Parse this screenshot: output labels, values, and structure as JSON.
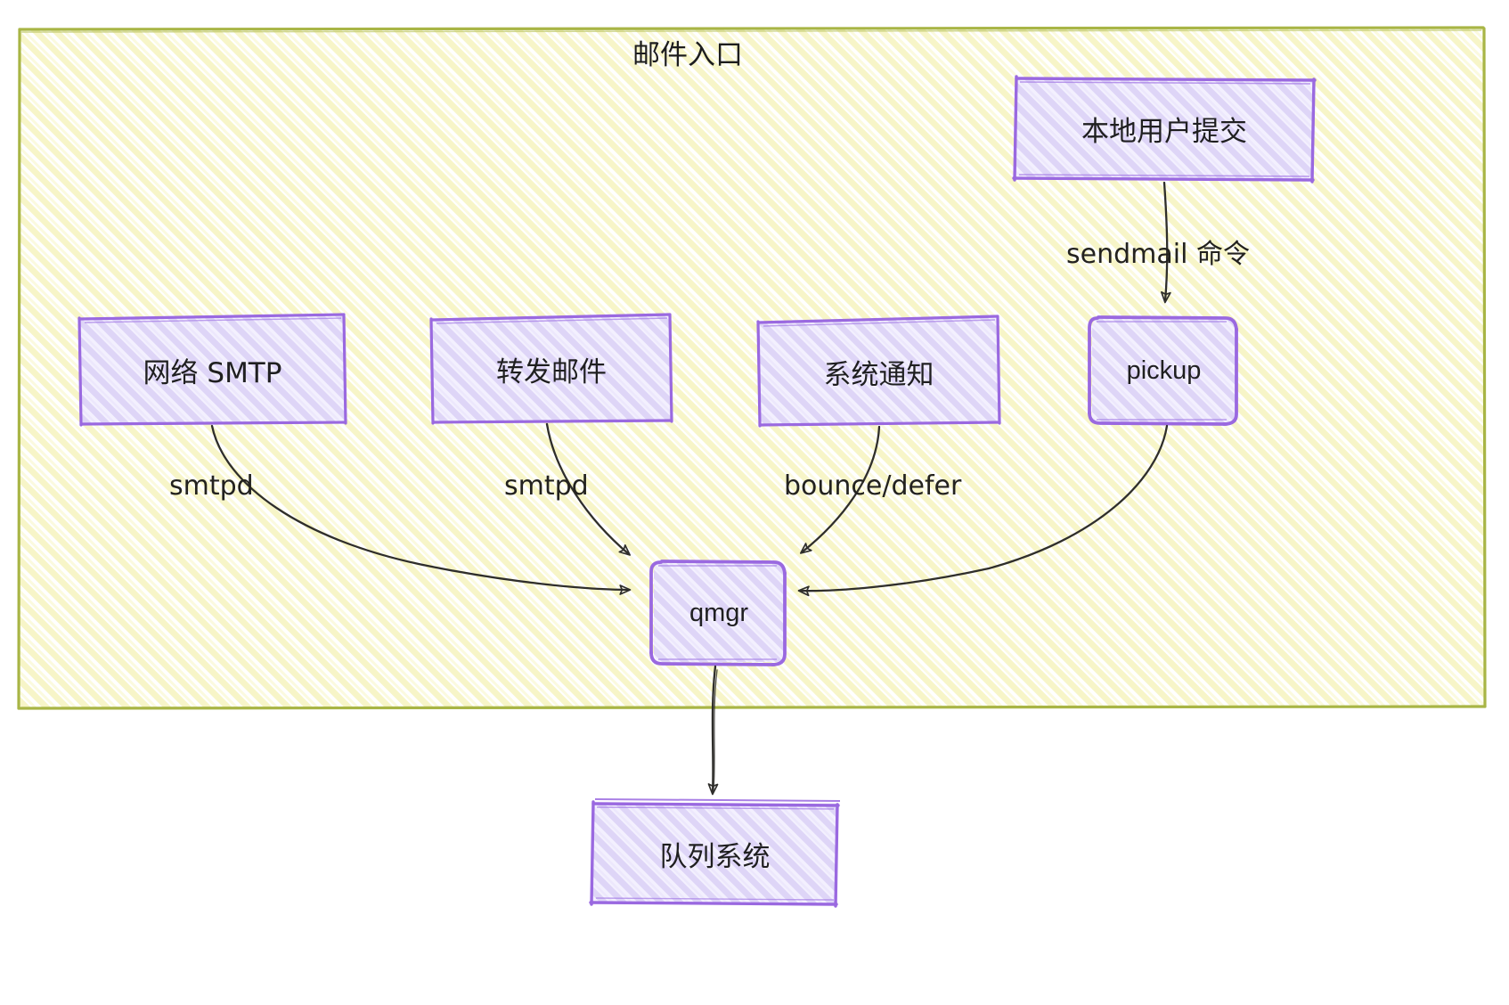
{
  "diagram": {
    "title": "邮件入口",
    "container": {
      "label": "邮件入口",
      "border_color": "#a8b545",
      "fill_color": "#fbfbe0"
    },
    "node_style": {
      "border_color": "#9a69e0",
      "fill_color": "#e8e1fb",
      "text_color": "#1f1f20"
    },
    "edge_style": {
      "line_color": "#2f2e2b"
    },
    "nodes": [
      {
        "id": "local-submit",
        "label": "本地用户提交",
        "shape": "rect",
        "lang": "cjk"
      },
      {
        "id": "net-smtp",
        "label": "网络 SMTP",
        "shape": "rect",
        "lang": "cjk"
      },
      {
        "id": "relay-mail",
        "label": "转发邮件",
        "shape": "rect",
        "lang": "cjk"
      },
      {
        "id": "sys-notify",
        "label": "系统通知",
        "shape": "rect",
        "lang": "cjk"
      },
      {
        "id": "pickup",
        "label": "pickup",
        "shape": "round",
        "lang": "latin"
      },
      {
        "id": "qmgr",
        "label": "qmgr",
        "shape": "round",
        "lang": "latin"
      },
      {
        "id": "queue-system",
        "label": "队列系统",
        "shape": "rect",
        "lang": "cjk"
      }
    ],
    "edges": [
      {
        "from": "local-submit",
        "to": "pickup",
        "label": "sendmail 命令"
      },
      {
        "from": "net-smtp",
        "to": "qmgr",
        "label": "smtpd"
      },
      {
        "from": "relay-mail",
        "to": "qmgr",
        "label": "smtpd"
      },
      {
        "from": "sys-notify",
        "to": "qmgr",
        "label": "bounce/defer"
      },
      {
        "from": "pickup",
        "to": "qmgr",
        "label": ""
      },
      {
        "from": "qmgr",
        "to": "queue-system",
        "label": ""
      }
    ]
  }
}
